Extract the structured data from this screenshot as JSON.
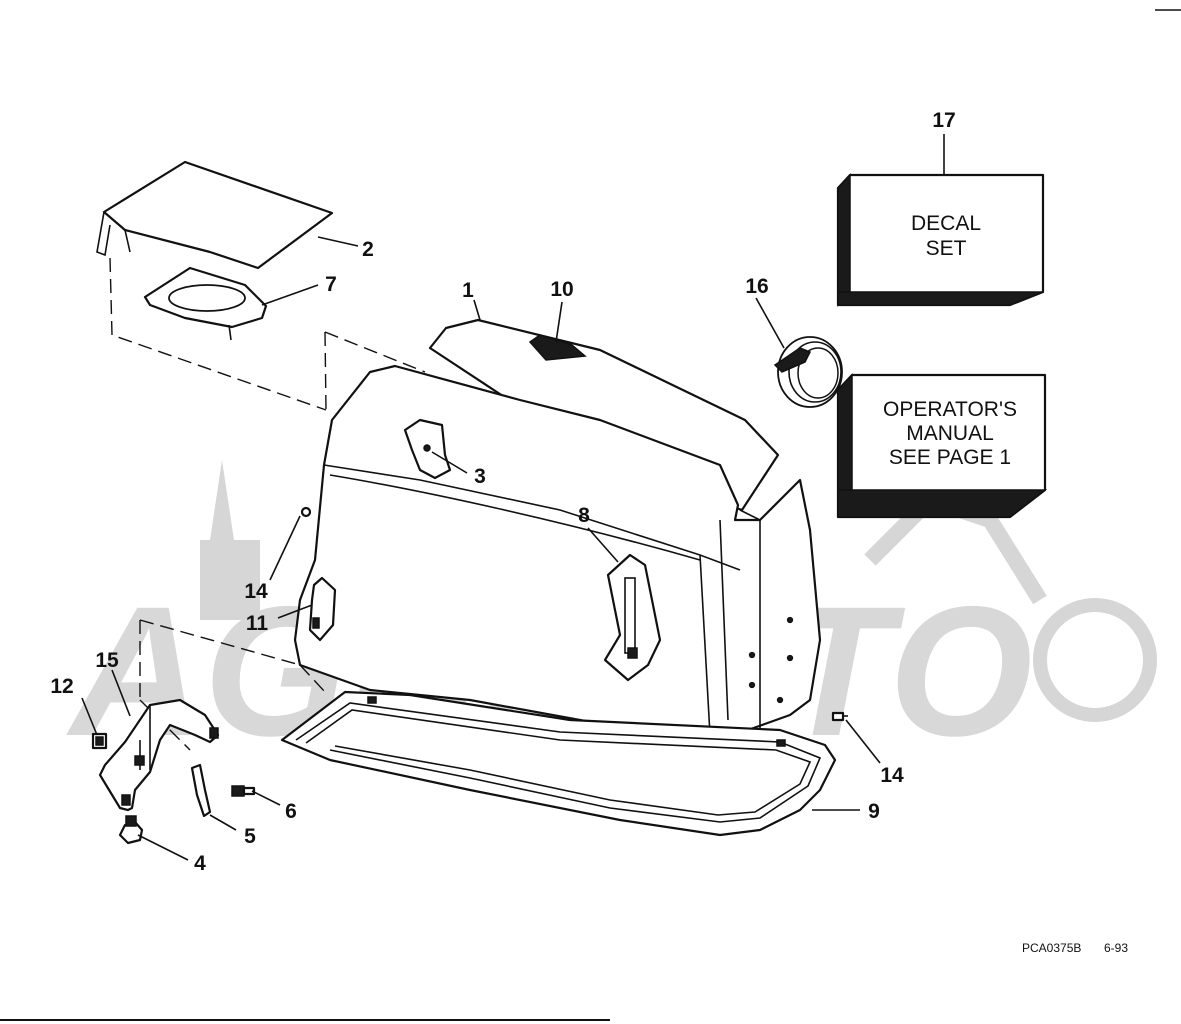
{
  "watermark": {
    "text": "AGHMOTO",
    "color": "#d6d6d6"
  },
  "callouts": [
    {
      "id": "c1",
      "label": "1"
    },
    {
      "id": "c2",
      "label": "2"
    },
    {
      "id": "c3",
      "label": "3"
    },
    {
      "id": "c4",
      "label": "4"
    },
    {
      "id": "c5",
      "label": "5"
    },
    {
      "id": "c6",
      "label": "6"
    },
    {
      "id": "c7",
      "label": "7"
    },
    {
      "id": "c8",
      "label": "8"
    },
    {
      "id": "c9",
      "label": "9"
    },
    {
      "id": "c10",
      "label": "10"
    },
    {
      "id": "c11",
      "label": "11"
    },
    {
      "id": "c12",
      "label": "12"
    },
    {
      "id": "c14a",
      "label": "14"
    },
    {
      "id": "c14b",
      "label": "14"
    },
    {
      "id": "c15",
      "label": "15"
    },
    {
      "id": "c16",
      "label": "16"
    },
    {
      "id": "c17",
      "label": "17"
    }
  ],
  "boxes": {
    "decal_set": {
      "line1": "DECAL",
      "line2": "SET"
    },
    "operators_manual": {
      "line1": "OPERATOR'S",
      "line2": "MANUAL",
      "line3": "SEE PAGE 1"
    }
  },
  "footer": {
    "code": "PCA0375B",
    "date": "6-93"
  }
}
